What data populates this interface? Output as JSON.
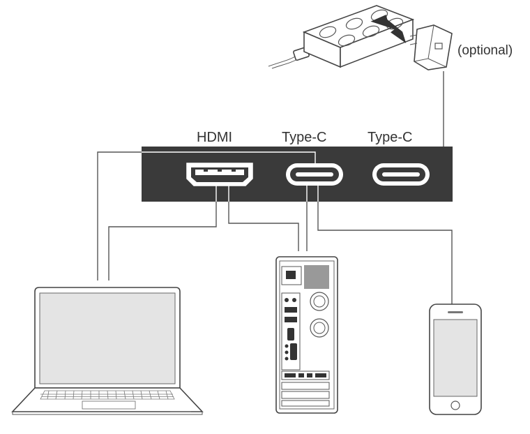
{
  "ports": {
    "hdmi_label": "HDMI",
    "typec1_label": "Type-C",
    "typec2_label": "Type-C"
  },
  "power": {
    "optional_label": "(optional)"
  },
  "colors": {
    "panel": "#3a3a3a",
    "line": "#555555",
    "arrow": "#333333"
  }
}
